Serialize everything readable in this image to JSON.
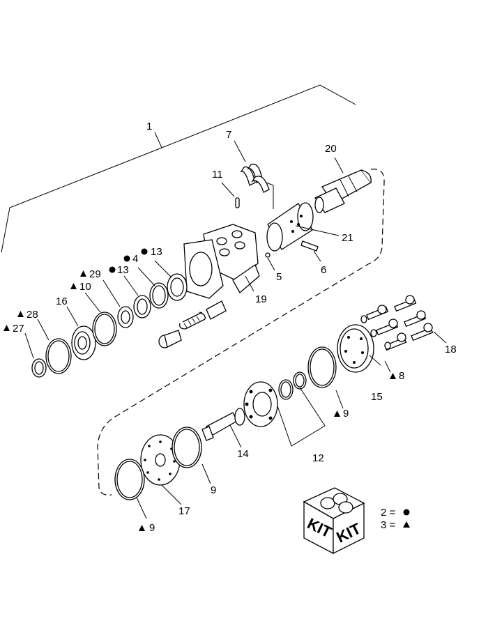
{
  "parts": {
    "p1": "1",
    "p4": "4",
    "p5": "5",
    "p6": "6",
    "p7": "7",
    "p8": "8",
    "p9a": "9",
    "p9b": "9",
    "p9c": "9",
    "p10": "10",
    "p11": "11",
    "p12": "12",
    "p13a": "13",
    "p13b": "13",
    "p14": "14",
    "p15": "15",
    "p16": "16",
    "p17": "17",
    "p18": "18",
    "p19": "19",
    "p20": "20",
    "p21": "21",
    "p27": "27",
    "p28": "28",
    "p29": "29"
  },
  "kit": {
    "box_text_left": "KIT",
    "box_text_right": "KIT",
    "legend_2": "2 =",
    "legend_3": "3 ="
  }
}
